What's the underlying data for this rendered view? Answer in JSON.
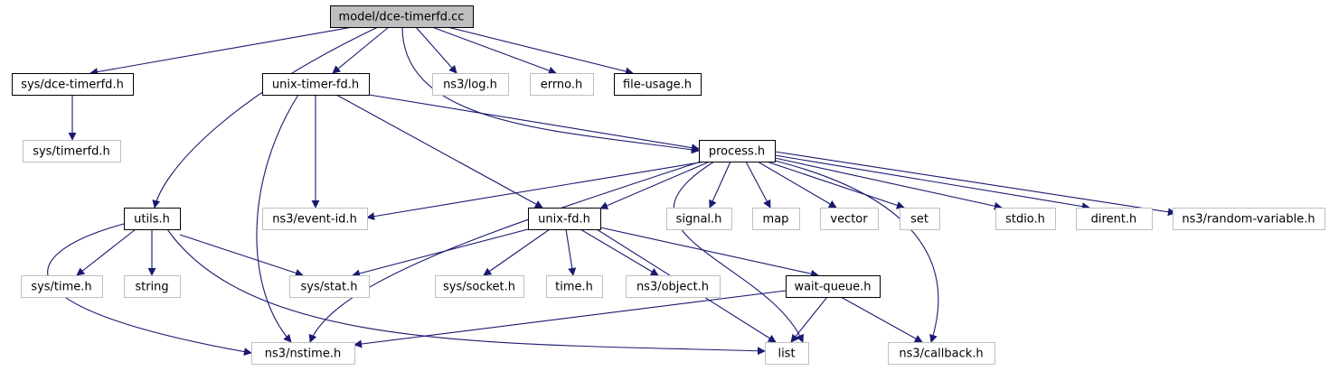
{
  "graph": {
    "nodes": [
      {
        "id": "root",
        "label": "model/dce-timerfd.cc",
        "style": "root"
      },
      {
        "id": "dce_timerfd",
        "label": "sys/dce-timerfd.h",
        "style": "documented"
      },
      {
        "id": "unix_timer",
        "label": "unix-timer-fd.h",
        "style": "documented"
      },
      {
        "id": "ns3_log",
        "label": "ns3/log.h",
        "style": "external"
      },
      {
        "id": "errno",
        "label": "errno.h",
        "style": "external"
      },
      {
        "id": "file_usage",
        "label": "file-usage.h",
        "style": "documented"
      },
      {
        "id": "timerfd",
        "label": "sys/timerfd.h",
        "style": "external"
      },
      {
        "id": "process",
        "label": "process.h",
        "style": "documented"
      },
      {
        "id": "utils",
        "label": "utils.h",
        "style": "documented"
      },
      {
        "id": "event_id",
        "label": "ns3/event-id.h",
        "style": "external"
      },
      {
        "id": "unix_fd",
        "label": "unix-fd.h",
        "style": "documented"
      },
      {
        "id": "signal",
        "label": "signal.h",
        "style": "external"
      },
      {
        "id": "map",
        "label": "map",
        "style": "external"
      },
      {
        "id": "vector",
        "label": "vector",
        "style": "external"
      },
      {
        "id": "set",
        "label": "set",
        "style": "external"
      },
      {
        "id": "stdio",
        "label": "stdio.h",
        "style": "external"
      },
      {
        "id": "dirent",
        "label": "dirent.h",
        "style": "external"
      },
      {
        "id": "random_var",
        "label": "ns3/random-variable.h",
        "style": "external"
      },
      {
        "id": "sys_time",
        "label": "sys/time.h",
        "style": "external"
      },
      {
        "id": "string",
        "label": "string",
        "style": "external"
      },
      {
        "id": "sys_stat",
        "label": "sys/stat.h",
        "style": "external"
      },
      {
        "id": "sys_socket",
        "label": "sys/socket.h",
        "style": "external"
      },
      {
        "id": "time",
        "label": "time.h",
        "style": "external"
      },
      {
        "id": "ns3_object",
        "label": "ns3/object.h",
        "style": "external"
      },
      {
        "id": "wait_queue",
        "label": "wait-queue.h",
        "style": "documented"
      },
      {
        "id": "nstime",
        "label": "ns3/nstime.h",
        "style": "external"
      },
      {
        "id": "list",
        "label": "list",
        "style": "external"
      },
      {
        "id": "callback",
        "label": "ns3/callback.h",
        "style": "external"
      }
    ],
    "edges": [
      {
        "from": "root",
        "to": "dce_timerfd"
      },
      {
        "from": "root",
        "to": "unix_timer"
      },
      {
        "from": "root",
        "to": "ns3_log"
      },
      {
        "from": "root",
        "to": "errno"
      },
      {
        "from": "root",
        "to": "file_usage"
      },
      {
        "from": "root",
        "to": "utils"
      },
      {
        "from": "root",
        "to": "process"
      },
      {
        "from": "dce_timerfd",
        "to": "timerfd"
      },
      {
        "from": "unix_timer",
        "to": "process"
      },
      {
        "from": "unix_timer",
        "to": "event_id"
      },
      {
        "from": "unix_timer",
        "to": "unix_fd"
      },
      {
        "from": "unix_timer",
        "to": "nstime"
      },
      {
        "from": "process",
        "to": "event_id"
      },
      {
        "from": "process",
        "to": "unix_fd"
      },
      {
        "from": "process",
        "to": "signal"
      },
      {
        "from": "process",
        "to": "map"
      },
      {
        "from": "process",
        "to": "vector"
      },
      {
        "from": "process",
        "to": "set"
      },
      {
        "from": "process",
        "to": "stdio"
      },
      {
        "from": "process",
        "to": "dirent"
      },
      {
        "from": "process",
        "to": "random_var"
      },
      {
        "from": "process",
        "to": "nstime"
      },
      {
        "from": "process",
        "to": "list"
      },
      {
        "from": "process",
        "to": "callback"
      },
      {
        "from": "utils",
        "to": "sys_time"
      },
      {
        "from": "utils",
        "to": "string"
      },
      {
        "from": "utils",
        "to": "sys_stat"
      },
      {
        "from": "utils",
        "to": "nstime"
      },
      {
        "from": "utils",
        "to": "list"
      },
      {
        "from": "unix_fd",
        "to": "sys_stat"
      },
      {
        "from": "unix_fd",
        "to": "sys_socket"
      },
      {
        "from": "unix_fd",
        "to": "time"
      },
      {
        "from": "unix_fd",
        "to": "ns3_object"
      },
      {
        "from": "unix_fd",
        "to": "wait_queue"
      },
      {
        "from": "unix_fd",
        "to": "list"
      },
      {
        "from": "wait_queue",
        "to": "nstime"
      },
      {
        "from": "wait_queue",
        "to": "list"
      },
      {
        "from": "wait_queue",
        "to": "callback"
      }
    ],
    "colors": {
      "edge": "#191970",
      "root_fill": "#bfbfbf",
      "documented_border": "#000000",
      "external_border": "#bfbfbf",
      "text": "#000000"
    }
  }
}
